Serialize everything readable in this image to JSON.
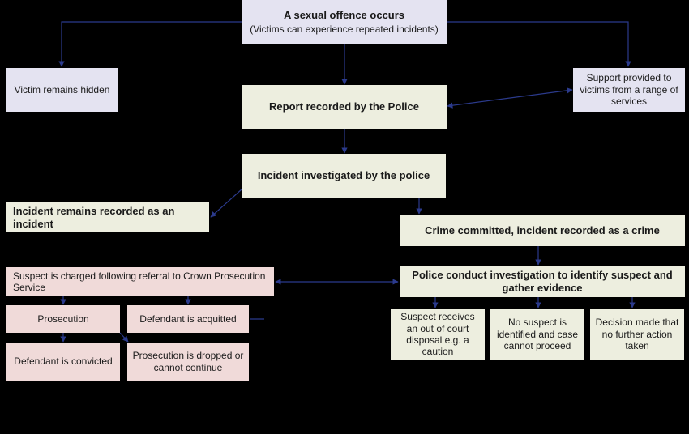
{
  "colors": {
    "connector": "#2b3a8c",
    "purple": "#e4e3f1",
    "cream": "#edeedf",
    "pink": "#f0dad9"
  },
  "nodes": {
    "offence_title": "A sexual offence occurs",
    "offence_sub": "(Victims can experience repeated incidents)",
    "victim_hidden": "Victim remains hidden",
    "support": "Support provided to victims from a range of services",
    "report": "Report recorded by the Police",
    "investigated": "Incident investigated by the police",
    "remains_incident": "Incident remains recorded as an incident",
    "crime_committed": "Crime committed, incident recorded as a crime",
    "conduct_investigation": "Police conduct investigation to identify suspect and gather evidence",
    "charged": "Suspect is charged following referral to Crown Prosecution Service",
    "prosecution": "Prosecution",
    "acquitted": "Defendant is acquitted",
    "convicted": "Defendant is convicted",
    "dropped": "Prosecution is dropped or cannot continue",
    "out_of_court": "Suspect receives an out of court disposal e.g. a caution",
    "no_suspect": "No suspect is identified and case cannot proceed",
    "no_action": "Decision made that no further action taken"
  }
}
